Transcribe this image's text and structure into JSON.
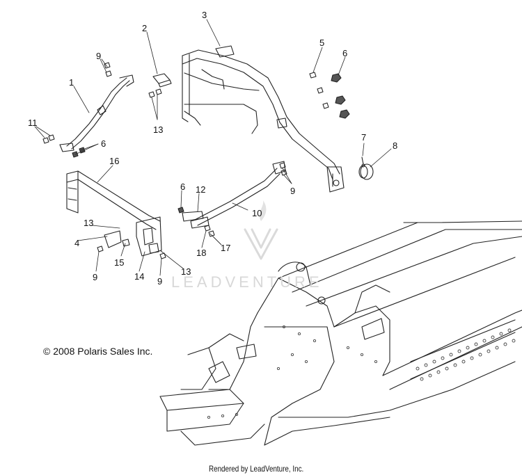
{
  "diagram": {
    "copyright": "© 2008 Polaris Sales Inc.",
    "rendered_by": "Rendered by LeadVenture, Inc.",
    "watermark": "LEADVENTURE",
    "callouts": [
      {
        "id": "c1",
        "label": "1"
      },
      {
        "id": "c2",
        "label": "2"
      },
      {
        "id": "c3",
        "label": "3"
      },
      {
        "id": "c4",
        "label": "4"
      },
      {
        "id": "c5",
        "label": "5"
      },
      {
        "id": "c6a",
        "label": "6"
      },
      {
        "id": "c6b",
        "label": "6"
      },
      {
        "id": "c6c",
        "label": "6"
      },
      {
        "id": "c7",
        "label": "7"
      },
      {
        "id": "c8",
        "label": "8"
      },
      {
        "id": "c9a",
        "label": "9"
      },
      {
        "id": "c9b",
        "label": "9"
      },
      {
        "id": "c9c",
        "label": "9"
      },
      {
        "id": "c9d",
        "label": "9"
      },
      {
        "id": "c10",
        "label": "10"
      },
      {
        "id": "c11",
        "label": "11"
      },
      {
        "id": "c12",
        "label": "12"
      },
      {
        "id": "c13a",
        "label": "13"
      },
      {
        "id": "c13b",
        "label": "13"
      },
      {
        "id": "c13c",
        "label": "13"
      },
      {
        "id": "c14",
        "label": "14"
      },
      {
        "id": "c15",
        "label": "15"
      },
      {
        "id": "c16",
        "label": "16"
      },
      {
        "id": "c17",
        "label": "17"
      },
      {
        "id": "c18",
        "label": "18"
      }
    ]
  }
}
